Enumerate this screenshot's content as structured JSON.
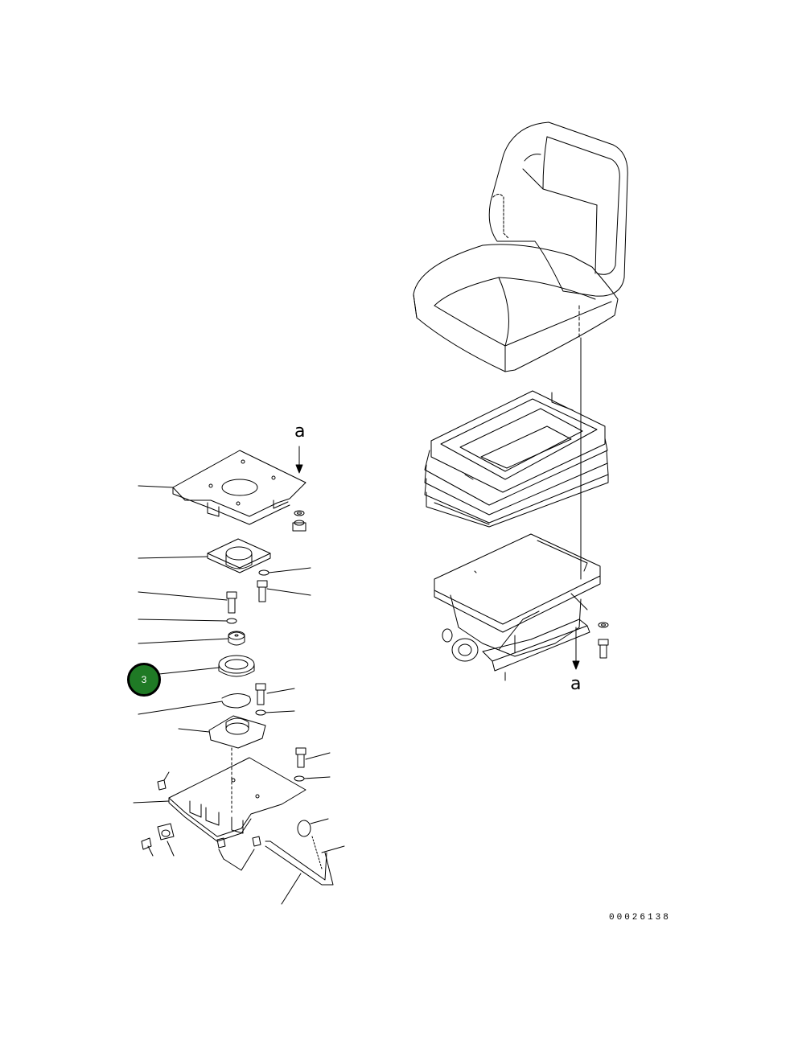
{
  "diagram": {
    "drawing_number": "00026138",
    "view_label_top": "a",
    "view_label_bottom": "a",
    "callouts": [
      {
        "number": "3",
        "color": "#1f7a25"
      }
    ]
  }
}
